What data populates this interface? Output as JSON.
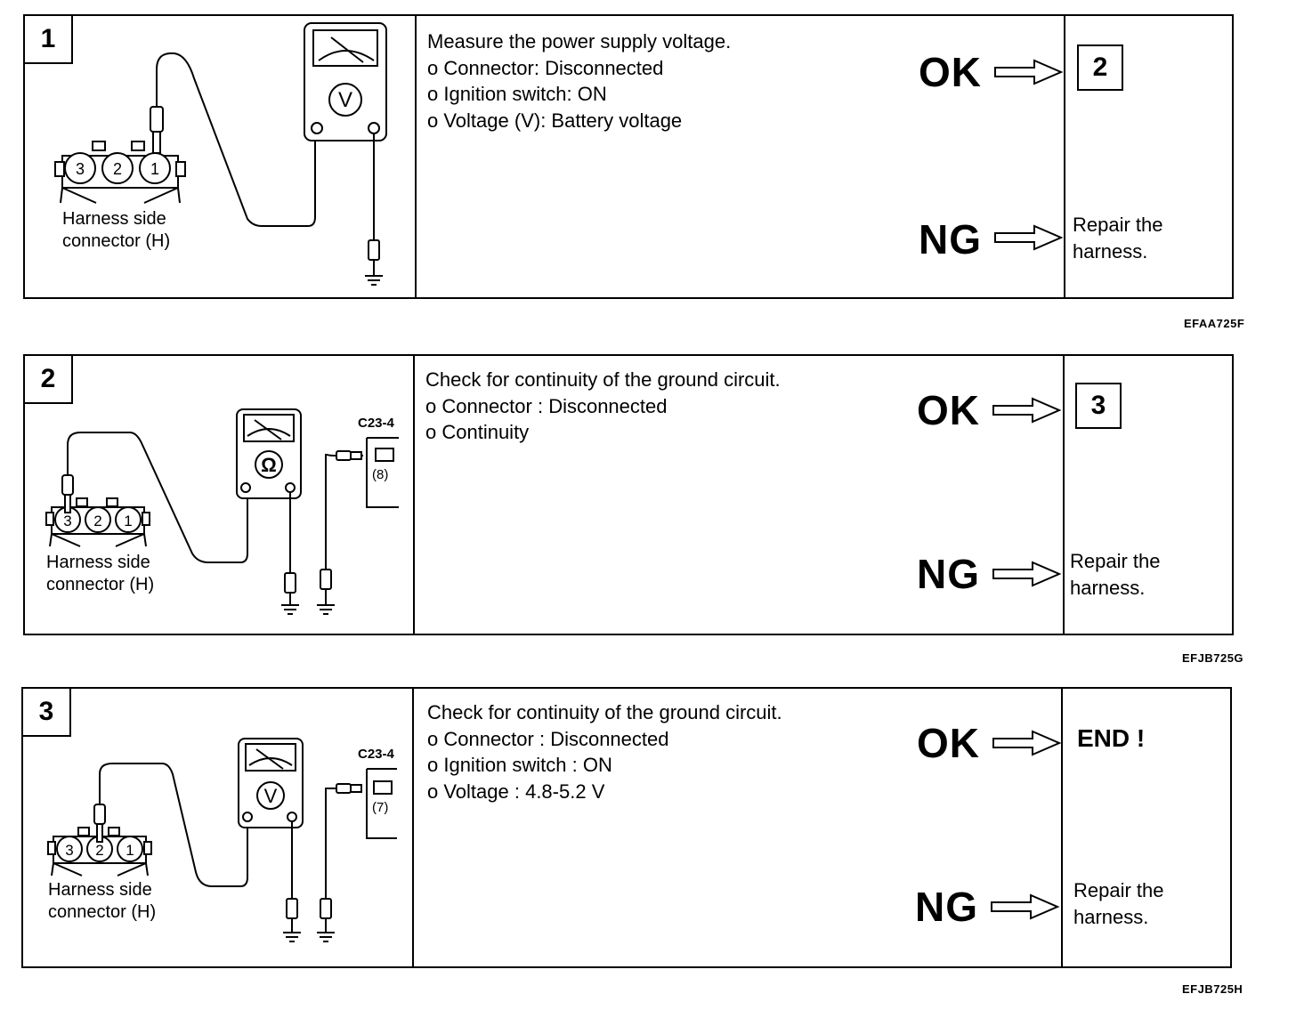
{
  "steps": [
    {
      "number": "1",
      "meter_symbol": "V",
      "connector_pins": [
        "3",
        "2",
        "1"
      ],
      "harness_label_line1": "Harness side",
      "harness_label_line2": "connector (H)",
      "instructions": [
        "Measure the power supply voltage.",
        "o Connector: Disconnected",
        "o Ignition switch: ON",
        "o Voltage (V): Battery voltage"
      ],
      "ok_label": "OK",
      "ng_label": "NG",
      "ok_result": "2",
      "ng_result_line1": "Repair the",
      "ng_result_line2": "harness.",
      "figure_code": "EFAA725F"
    },
    {
      "number": "2",
      "meter_symbol": "Ω",
      "connector_pins": [
        "3",
        "2",
        "1"
      ],
      "ecu_connector": "C23-4",
      "ecu_pin": "(8)",
      "harness_label_line1": "Harness side",
      "harness_label_line2": "connector (H)",
      "instructions": [
        "Check for continuity of the ground circuit.",
        "o Connector : Disconnected",
        "o Continuity"
      ],
      "ok_label": "OK",
      "ng_label": "NG",
      "ok_result": "3",
      "ng_result_line1": "Repair the",
      "ng_result_line2": "harness.",
      "figure_code": "EFJB725G"
    },
    {
      "number": "3",
      "meter_symbol": "V",
      "connector_pins": [
        "3",
        "2",
        "1"
      ],
      "ecu_connector": "C23-4",
      "ecu_pin": "(7)",
      "harness_label_line1": "Harness side",
      "harness_label_line2": "connector (H)",
      "instructions": [
        "Check for continuity of the ground circuit.",
        "o Connector : Disconnected",
        "o Ignition switch : ON",
        "o Voltage : 4.8-5.2 V"
      ],
      "ok_label": "OK",
      "ng_label": "NG",
      "ok_result": "END !",
      "ng_result_line1": "Repair the",
      "ng_result_line2": "harness.",
      "figure_code": "EFJB725H"
    }
  ]
}
